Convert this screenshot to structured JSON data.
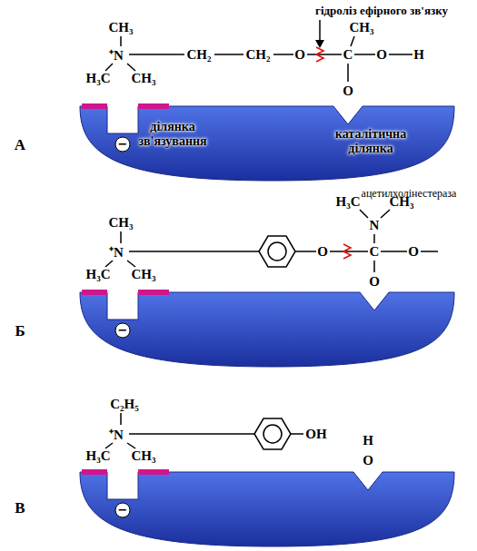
{
  "diagram": {
    "nodes": [
      {
        "text": [
          "ділянка зв'язування",
          "каталітична ділянка"
        ]
      }
    ],
    "labels": [
      "гідроліз ефірного зв'язку",
      "CH₃",
      "⁺N",
      "H₃C",
      "CH₃",
      "CH₂",
      "CH₂",
      "O",
      "CH₃",
      "C",
      "O",
      "H",
      "O",
      "−",
      "А",
      "ацетилхолінестераза",
      "CH₃",
      "⁺N",
      "H₃C",
      "CH₃",
      "O",
      "H₃C",
      "CH₃",
      "N",
      "C",
      "O",
      "O",
      "−",
      "Б",
      "C₂H₅",
      "⁺N",
      "H₃C",
      "CH₃",
      "OH",
      "H",
      "O",
      "−",
      "В"
    ]
  }
}
